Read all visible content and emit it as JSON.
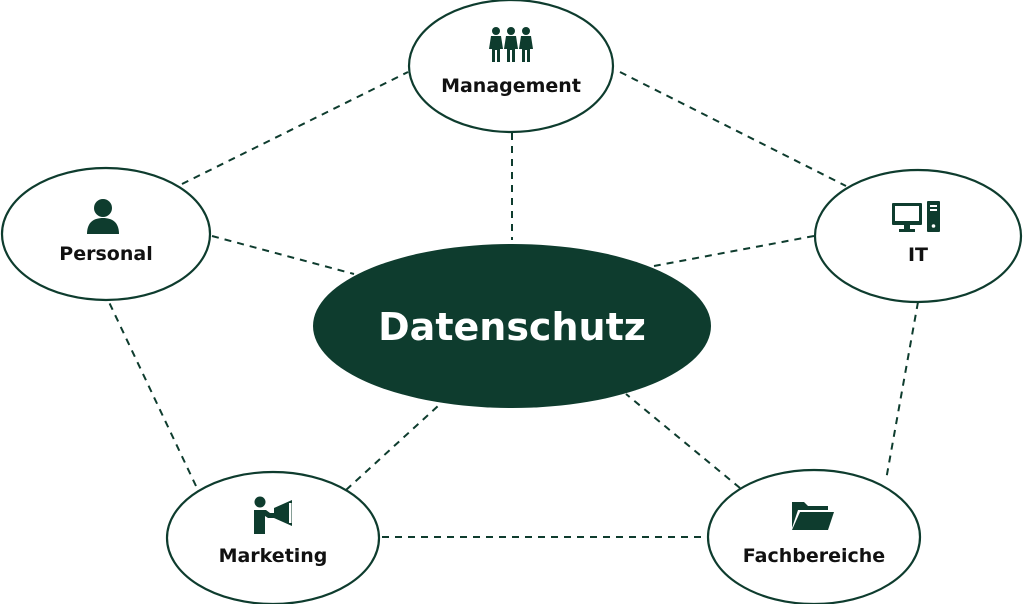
{
  "diagram": {
    "center": {
      "label": "Datenschutz"
    },
    "nodes": {
      "management": {
        "label": "Management",
        "icon": "people-group-icon"
      },
      "it": {
        "label": "IT",
        "icon": "computer-icon"
      },
      "personal": {
        "label": "Personal",
        "icon": "person-icon"
      },
      "marketing": {
        "label": "Marketing",
        "icon": "megaphone-person-icon"
      },
      "fachbereiche": {
        "label": "Fachbereiche",
        "icon": "folder-icon"
      }
    },
    "colors": {
      "primary": "#0e3c2e",
      "background": "#ffffff",
      "text": "#111111",
      "center_text": "#ffffff"
    }
  }
}
